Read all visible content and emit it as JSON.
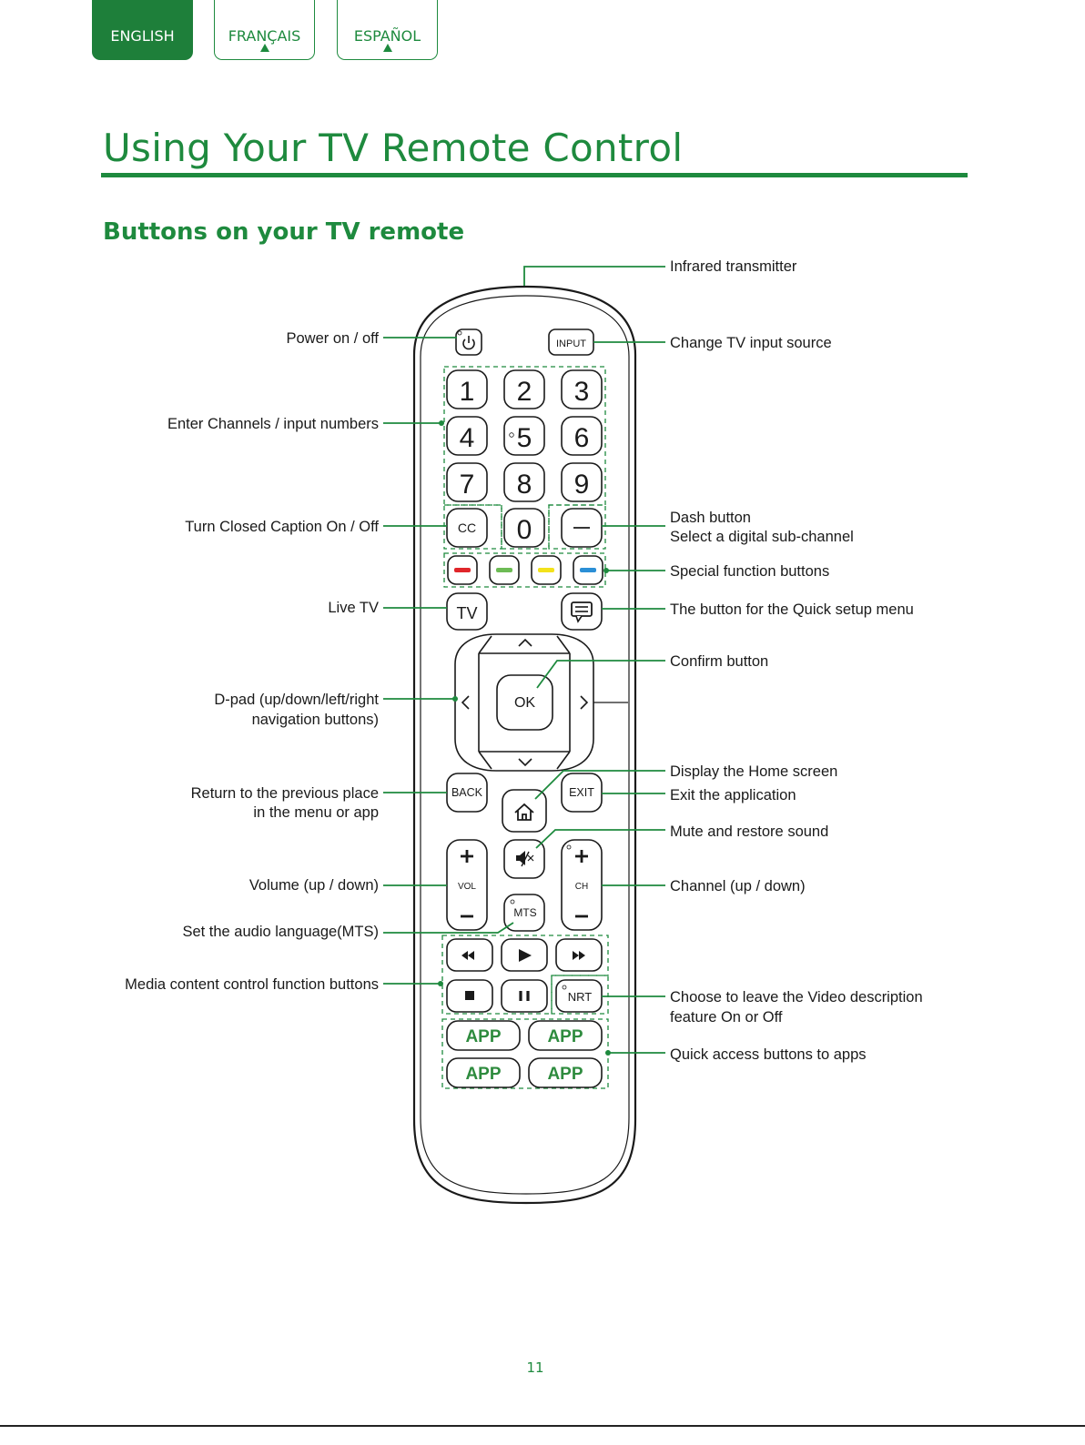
{
  "tabs": [
    {
      "label": "ENGLISH",
      "active": true
    },
    {
      "label": "FRANÇAIS",
      "active": false
    },
    {
      "label": "ESPAÑOL",
      "active": false
    }
  ],
  "page": {
    "title": "Using Your TV Remote Control",
    "subtitle": "Buttons on your TV remote",
    "page_number": "11"
  },
  "colors": {
    "brand_green": "#1e8a3e",
    "red_key": "#e0262a",
    "green_key": "#6dbb55",
    "yellow_key": "#f3e21b",
    "blue_key": "#2b8fd6"
  },
  "labels_left": {
    "power": "Power on / off",
    "numbers": "Enter Channels / input numbers",
    "cc": "Turn Closed Caption On / Off",
    "livetv": "Live TV",
    "dpad1": "D-pad (up/down/left/right",
    "dpad2": "navigation buttons)",
    "back1": "Return to the previous place",
    "back2": "in the menu or app",
    "volume": "Volume (up / down)",
    "mts": "Set the audio language(MTS)",
    "media": "Media content control function buttons"
  },
  "labels_right": {
    "ir": "Infrared transmitter",
    "input": "Change TV input source",
    "dash1": "Dash button",
    "dash2": "Select a digital sub-channel",
    "special": "Special function buttons",
    "quicksetup": "The button for the Quick setup menu",
    "confirm": "Confirm button",
    "home": "Display the Home screen",
    "exit": "Exit the application",
    "mute": "Mute and restore sound",
    "channel": "Channel (up / down)",
    "nrt1": "Choose to leave the Video description",
    "nrt2": "feature On or Off",
    "apps": "Quick access buttons to apps"
  },
  "remote": {
    "input": "INPUT",
    "digits": [
      "1",
      "2",
      "3",
      "4",
      "5",
      "6",
      "7",
      "8",
      "9"
    ],
    "cc": "CC",
    "zero": "0",
    "tv": "TV",
    "ok": "OK",
    "back": "BACK",
    "exit": "EXIT",
    "vol": "VOL",
    "ch": "CH",
    "mts": "MTS",
    "nrt": "NRT",
    "app": "APP",
    "icons": [
      "power-icon",
      "menu-icon",
      "home-icon",
      "mute-icon",
      "rewind-icon",
      "play-icon",
      "fast-forward-icon",
      "stop-icon",
      "pause-icon"
    ]
  }
}
